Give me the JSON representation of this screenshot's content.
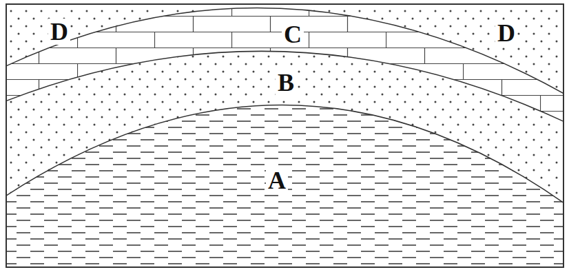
{
  "diagram": {
    "labels": [
      "D",
      "C",
      "D",
      "B",
      "A"
    ]
  }
}
